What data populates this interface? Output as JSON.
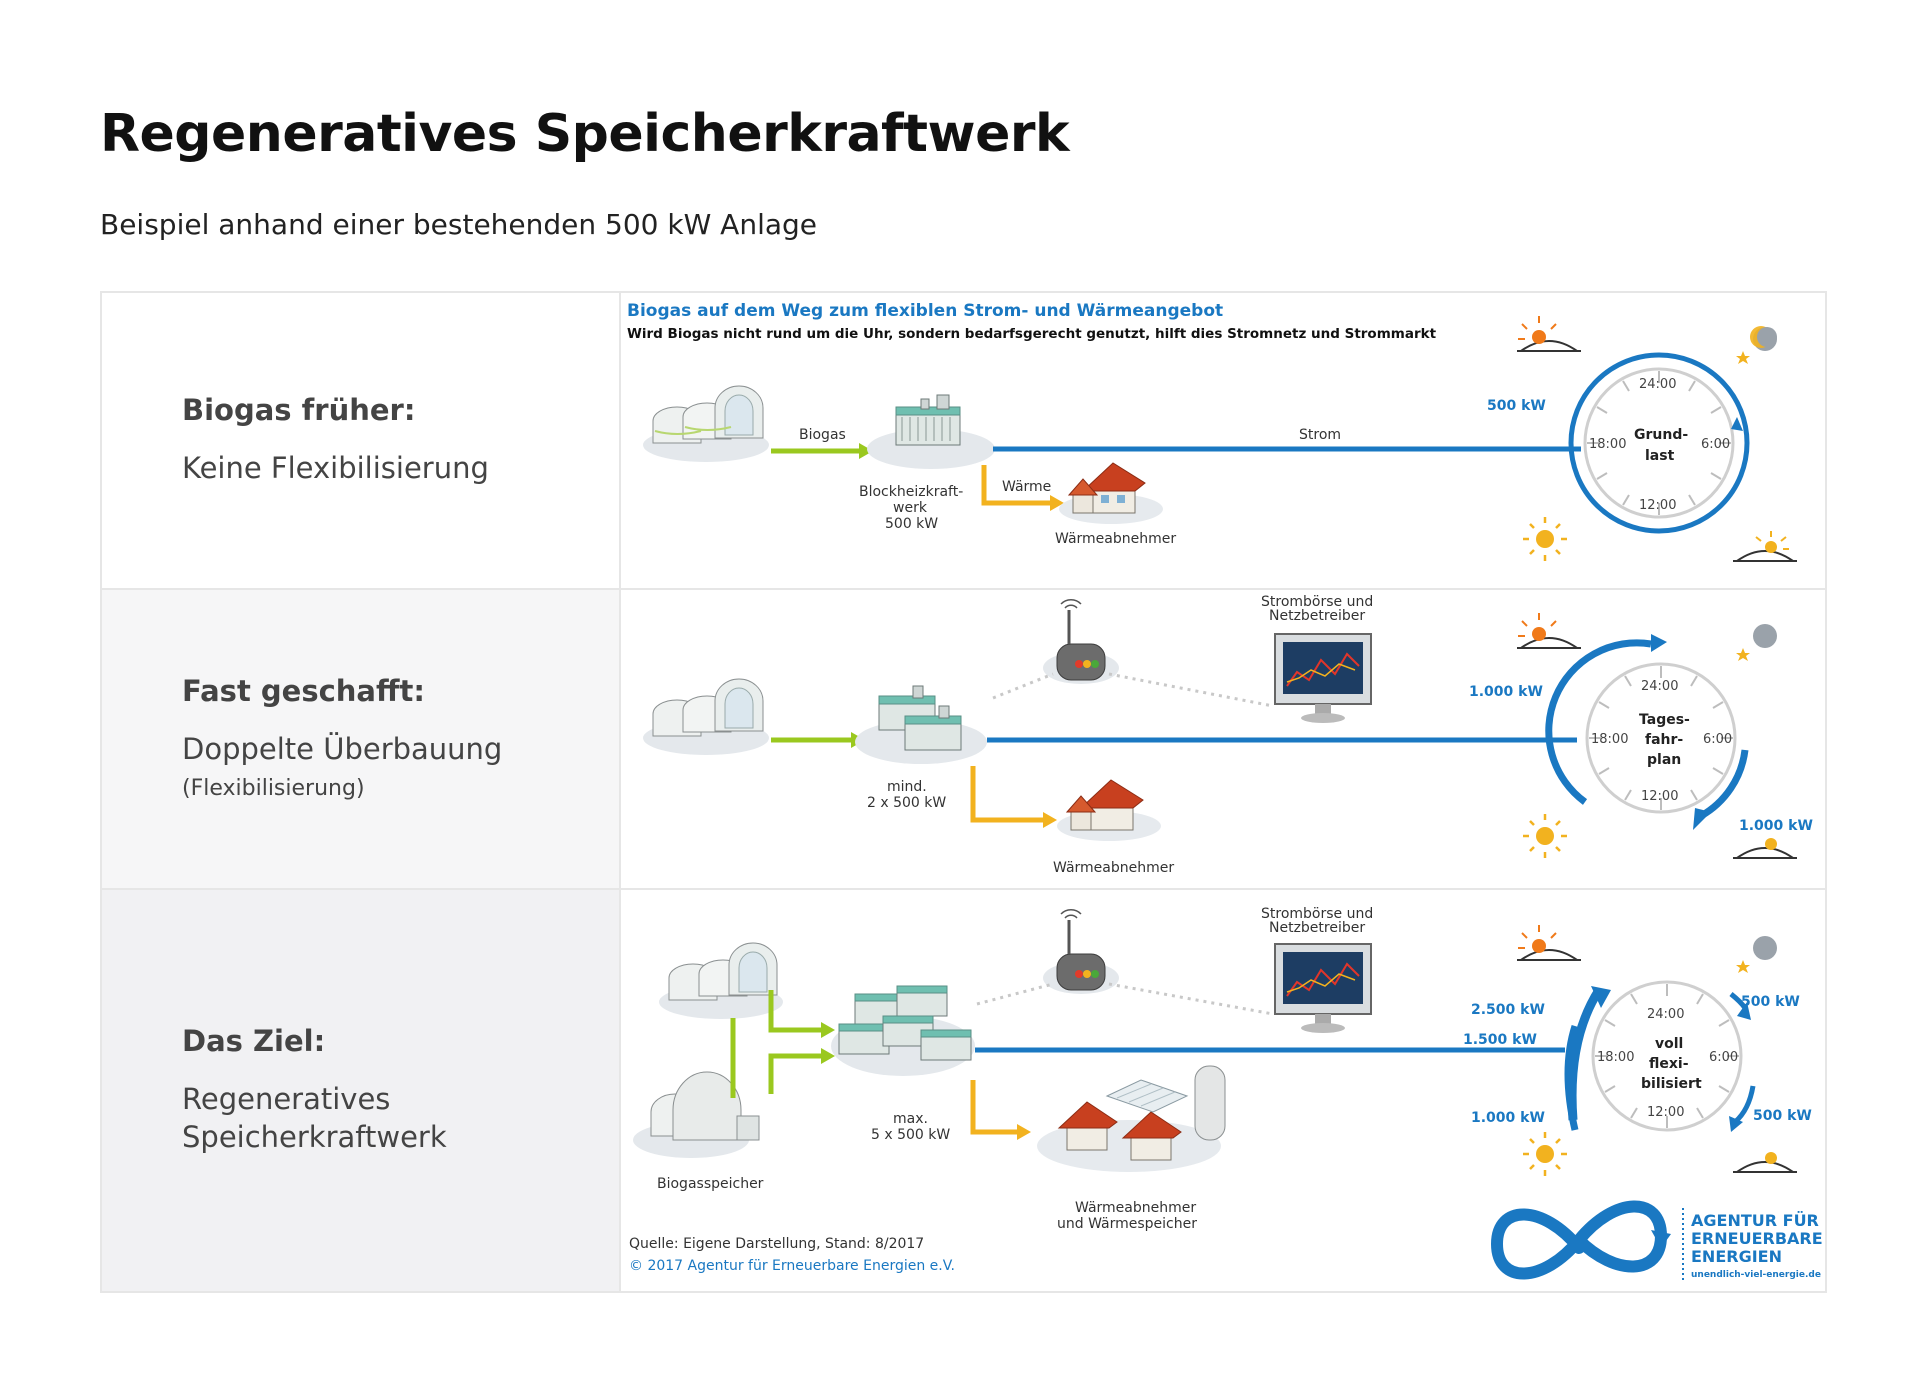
{
  "title": "Regeneratives Speicherkraftwerk",
  "subtitle": "Beispiel anhand einer bestehenden 500 kW Anlage",
  "graphic": {
    "heading": "Biogas auf dem Weg zum flexiblen Strom- und Wärmeangebot",
    "lead": "Wird Biogas nicht rund um die Uhr, sondern bedarfsgerecht genutzt, hilft dies Stromnetz und Strommarkt",
    "source": "Quelle: Eigene Darstellung, Stand: 8/2017",
    "copyright": "© 2017 Agentur für Erneuerbare Energien e.V.",
    "logo": {
      "line1": "AGENTUR FÜR",
      "line2": "ERNEUERBARE",
      "line3": "ENERGIEN",
      "url": "unendlich-viel-energie.de"
    }
  },
  "clock": {
    "t24": "24:00",
    "t18": "18:00",
    "t6": "6:00",
    "t12": "12:00"
  },
  "rows": [
    {
      "head": "Biogas früher:",
      "sub": "Keine Flexibilisierung",
      "biogas": "Biogas",
      "strom": "Strom",
      "waerme": "Wärme",
      "bhkw1": "Blockheizkraft-",
      "bhkw2": "werk",
      "bhkw3": "500 kW",
      "consumer": "Wärmeabnehmer",
      "kw1": "500 kW",
      "mode1": "Grund-",
      "mode2": "last"
    },
    {
      "head": "Fast geschafft:",
      "sub": "Doppelte Überbauung",
      "note": "(Flexibilisierung)",
      "exchange1": "Strombörse und",
      "exchange2": "Netzbetreiber",
      "plant1": "mind.",
      "plant2": "2 x 500 kW",
      "consumer": "Wärmeabnehmer",
      "kw1": "1.000 kW",
      "kw2": "1.000 kW",
      "mode1": "Tages-",
      "mode2": "fahr-",
      "mode3": "plan"
    },
    {
      "head": "Das Ziel:",
      "sub1": "Regeneratives",
      "sub2": "Speicherkraftwerk",
      "exchange1": "Strombörse und",
      "exchange2": "Netzbetreiber",
      "plant1": "max.",
      "plant2": "5 x 500 kW",
      "storage": "Biogasspeicher",
      "consumer1": "Wärmeabnehmer",
      "consumer2": "und Wärmespeicher",
      "kw1": "2.500 kW",
      "kw2": "1.500 kW",
      "kw3": "1.000 kW",
      "kw4": "500 kW",
      "kw5": "500 kW",
      "mode1": "voll",
      "mode2": "flexi-",
      "mode3": "bilisiert"
    }
  ],
  "colors": {
    "blue": "#1a78c2",
    "green": "#9ac81f",
    "orange": "#f2b21f",
    "roof": "#c8401f"
  }
}
